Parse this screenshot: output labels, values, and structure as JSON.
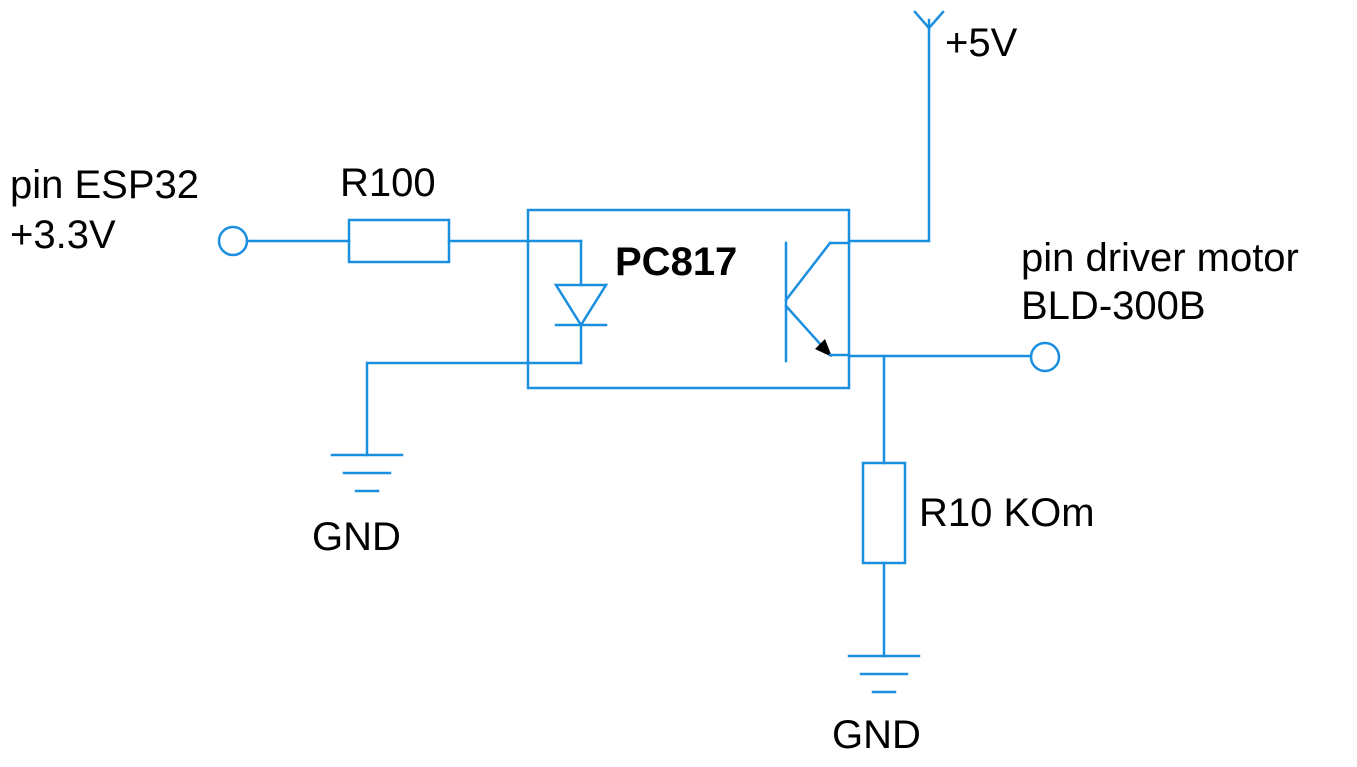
{
  "diagram": {
    "wire_color": "#1a8fe0",
    "text_color": "#000000",
    "labels": {
      "input_pin_line1": "pin ESP32",
      "input_pin_line2": "+3.3V",
      "series_resistor": "R100",
      "optocoupler": "PC817",
      "supply": "+5V",
      "output_pin_line1": "pin driver motor",
      "output_pin_line2": "BLD-300B",
      "pulldown_resistor": "R10 KOm",
      "ground_left": "GND",
      "ground_right": "GND"
    },
    "components": {
      "input_terminal": "terminal-circle",
      "output_terminal": "terminal-circle",
      "series_resistor": "resistor",
      "pulldown_resistor": "resistor",
      "led": "diode",
      "phototransistor": "npn-transistor",
      "supply": "antenna-supply-symbol",
      "grounds": "ground-symbol"
    }
  }
}
